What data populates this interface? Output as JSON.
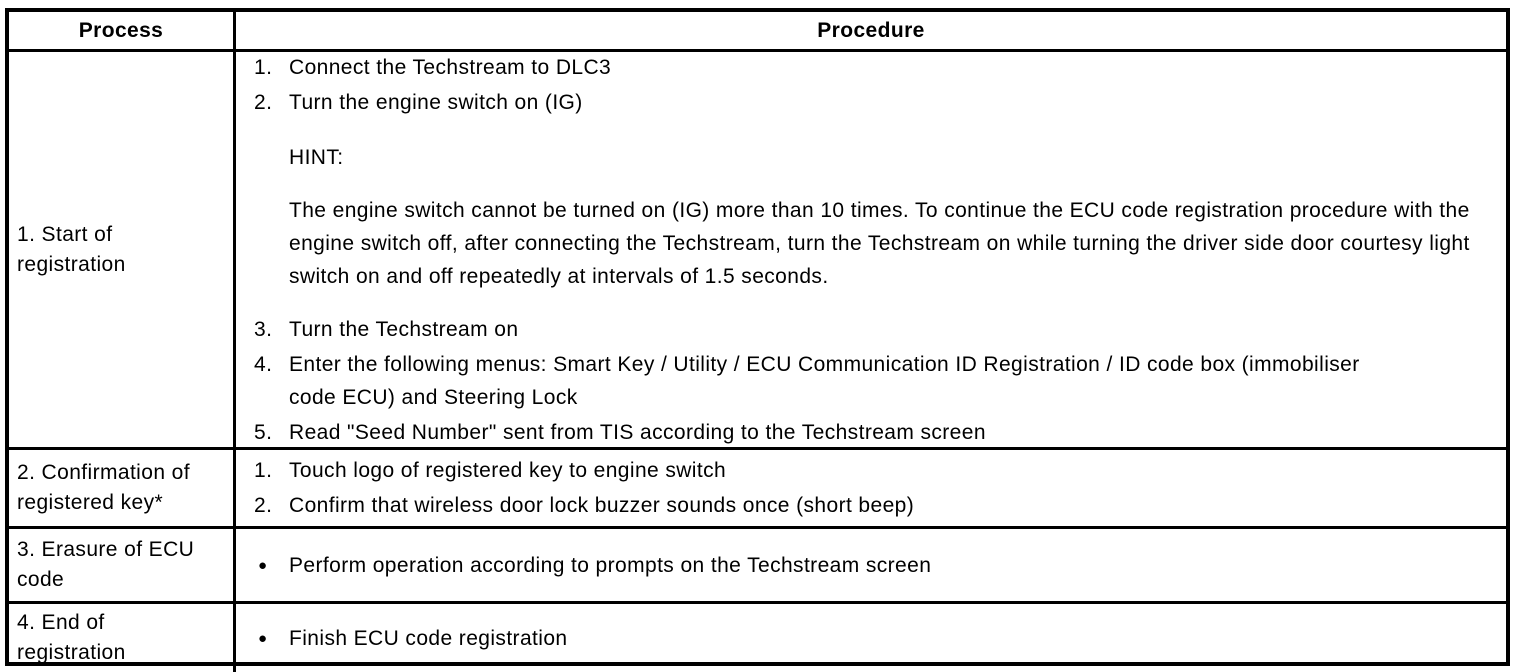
{
  "table": {
    "headers": {
      "process": "Process",
      "procedure": "Procedure"
    },
    "rows": [
      {
        "process_lines": [
          "1. Start of",
          "registration"
        ],
        "items": [
          {
            "marker": "1.",
            "text": "Connect the Techstream to DLC3"
          },
          {
            "marker": "2.",
            "text": "Turn the engine switch on (IG)"
          },
          {
            "marker": "",
            "text": "HINT:"
          },
          {
            "marker": "",
            "text": "The engine switch cannot be turned on (IG) more than 10 times. To continue the ECU code registration procedure with the engine switch off, after connecting the Techstream, turn the Techstream on while turning the driver side door courtesy light switch on and off repeatedly at intervals of 1.5 seconds."
          },
          {
            "marker": "3.",
            "text": "Turn the Techstream on"
          },
          {
            "marker": "4.",
            "text": "Enter the following menus: Smart Key / Utility / ECU Communication ID Registration / ID code box (immobiliser code ECU) and Steering Lock"
          },
          {
            "marker": "5.",
            "text": "Read \"Seed Number\" sent from TIS according to the Techstream screen"
          }
        ]
      },
      {
        "process_lines": [
          "2. Confirmation of",
          "registered key*"
        ],
        "items": [
          {
            "marker": "1.",
            "text": "Touch logo of registered key to engine switch"
          },
          {
            "marker": "2.",
            "text": "Confirm that wireless door lock buzzer sounds once (short beep)"
          }
        ]
      },
      {
        "process_lines": [
          "3. Erasure of ECU",
          "code"
        ],
        "items": [
          {
            "marker": "●",
            "text": "Perform operation according to prompts on the Techstream screen"
          }
        ]
      },
      {
        "process_lines": [
          "4. End of",
          "registration"
        ],
        "items": [
          {
            "marker": "●",
            "text": "Finish ECU code registration"
          }
        ]
      }
    ]
  }
}
